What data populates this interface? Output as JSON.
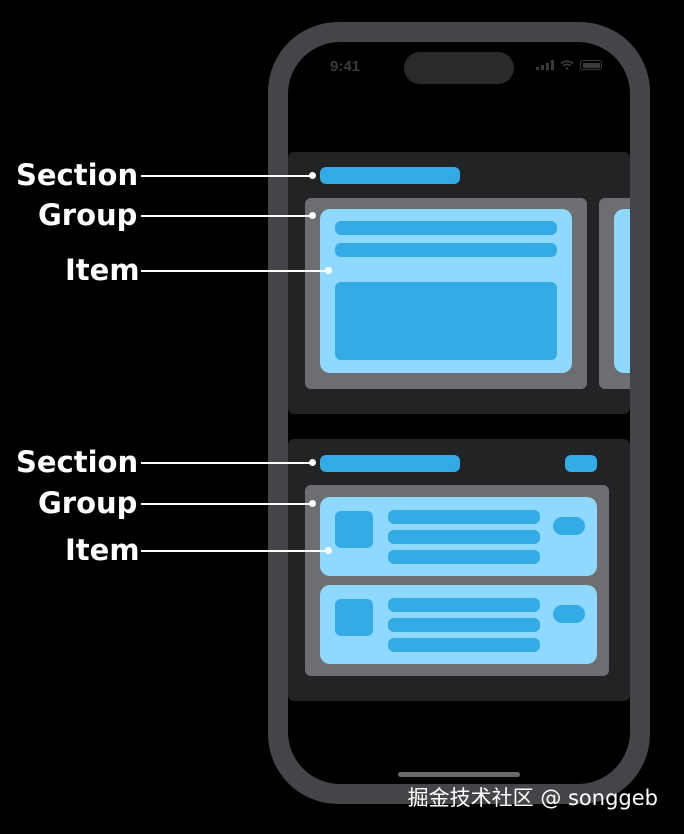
{
  "status_bar": {
    "time": "9:41"
  },
  "annotations": {
    "section_label": "Section",
    "group_label": "Group",
    "item_label": "Item"
  },
  "watermark": "掘金技术社区 @ songgeb",
  "colors": {
    "background": "#000000",
    "phone_frame": "#444548",
    "section_bg": "#222325",
    "group_bg": "#6d6e72",
    "item_bg": "#8fd8ff",
    "accent_bar": "#33ace6",
    "label_text": "#ffffff"
  }
}
